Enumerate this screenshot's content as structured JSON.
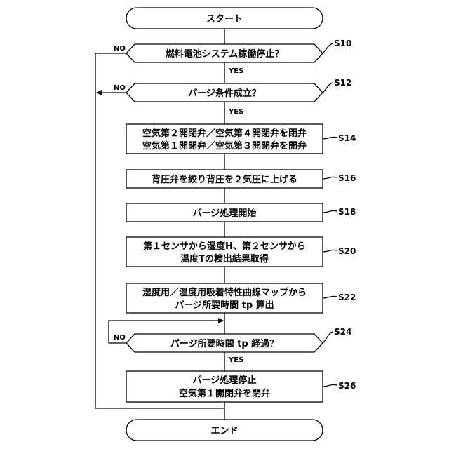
{
  "flowchart": {
    "start": "スタート",
    "end": "エンド",
    "yes": "YES",
    "no": "NO",
    "steps": {
      "s10": {
        "id": "S10",
        "line1": "燃料電池システム稼働停止？"
      },
      "s12": {
        "id": "S12",
        "line1": "パージ条件成立？"
      },
      "s14": {
        "id": "S14",
        "line1": "空気第２開閉弁／空気第４開閉弁を閉弁",
        "line2": "空気第１開閉弁／空気第３開閉弁を開弁"
      },
      "s16": {
        "id": "S16",
        "line1": "背圧弁を絞り背圧を２気圧に上げる"
      },
      "s18": {
        "id": "S18",
        "line1": "パージ処理開始"
      },
      "s20": {
        "id": "S20",
        "line1": "第１センサから湿度H、第２センサから",
        "line2": "温度Tの検出結果取得"
      },
      "s22": {
        "id": "S22",
        "line1": "湿度用／温度用吸着特性曲線マップから",
        "line2": "パージ所要時間 tp 算出"
      },
      "s24": {
        "id": "S24",
        "line1": "パージ所要時間 tp 経過？"
      },
      "s26": {
        "id": "S26",
        "line1": "パージ処理停止",
        "line2": "空気第１開閉弁を閉弁"
      }
    }
  }
}
